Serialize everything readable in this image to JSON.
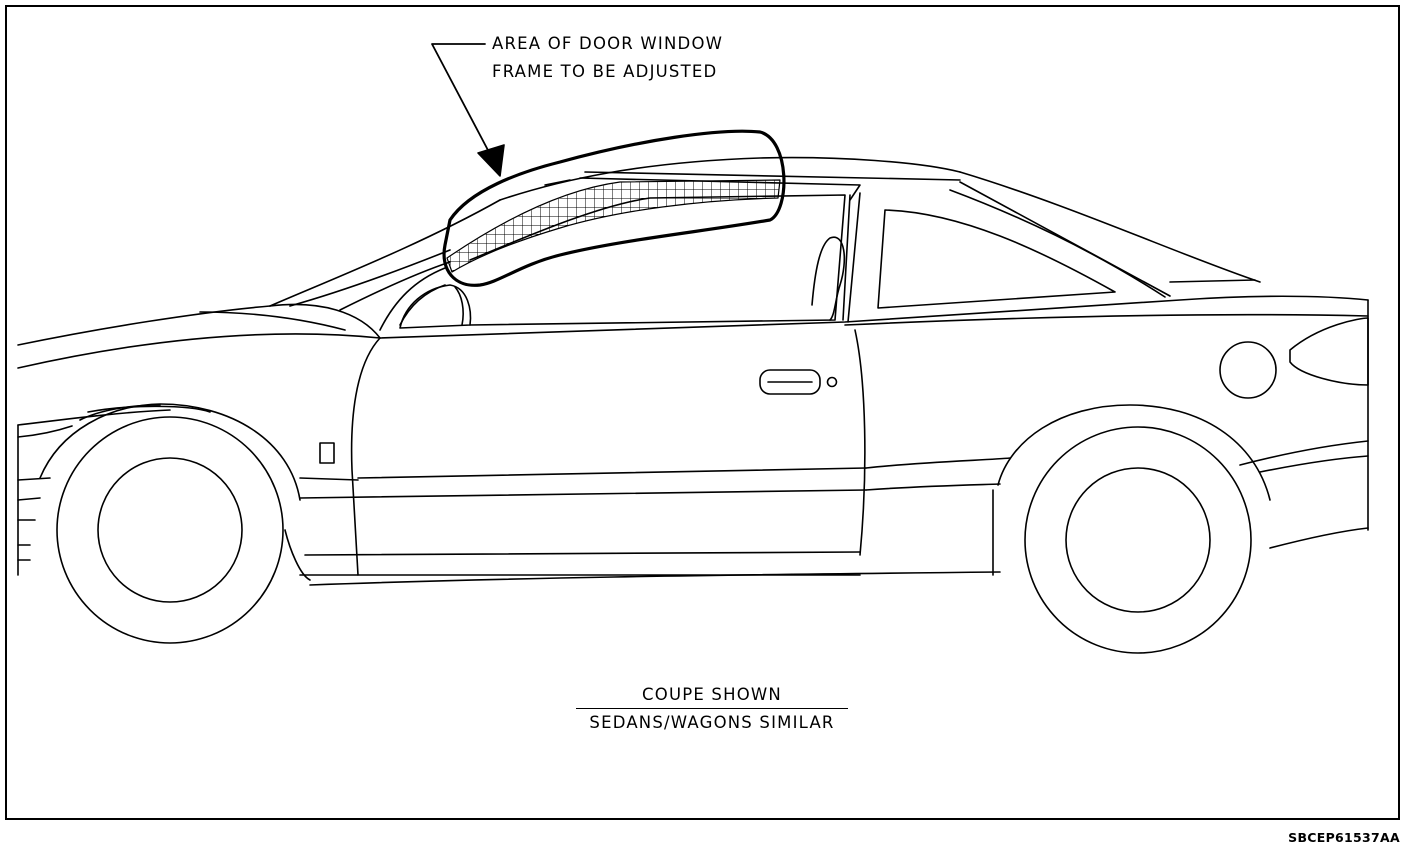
{
  "callout": {
    "line1": "AREA OF DOOR WINDOW",
    "line2": "FRAME TO BE ADJUSTED"
  },
  "caption": {
    "line1": "COUPE SHOWN",
    "line2": "SEDANS/WAGONS SIMILAR"
  },
  "figure_id": "SBCEP61537AA",
  "colors": {
    "ink": "#000000",
    "paper": "#ffffff"
  }
}
